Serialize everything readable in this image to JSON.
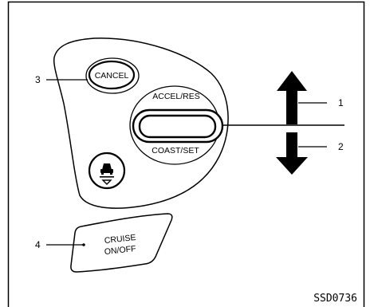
{
  "figure": {
    "code": "SSD0736"
  },
  "switch_panel": {
    "cancel_button": "CANCEL",
    "accel_res_label": "ACCEL/RES",
    "coast_set_label": "COAST/SET",
    "cruise_switch_line1": "CRUISE",
    "cruise_switch_line2": "ON/OFF",
    "set_indicator_icon": "vehicle-ahead-icon"
  },
  "callouts": [
    "1",
    "2",
    "3",
    "4"
  ],
  "colors": {
    "line": "#000000",
    "background": "#ffffff"
  }
}
